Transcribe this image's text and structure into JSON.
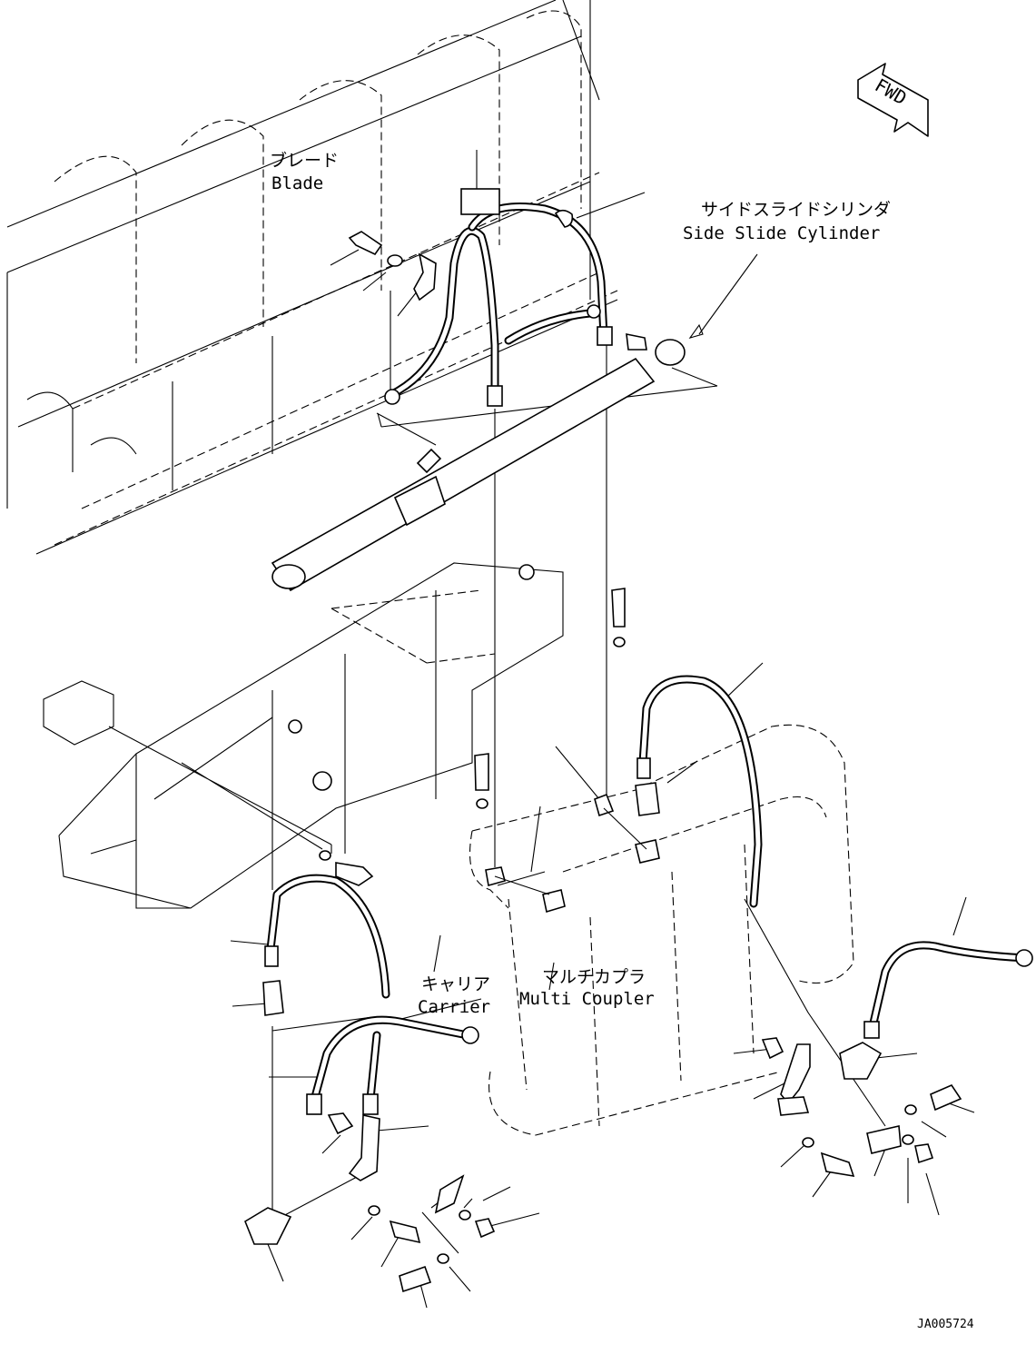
{
  "labels": {
    "blade_jp": "ブレード",
    "blade_en": "Blade",
    "cylinder_jp": "サイドスライドシリンダ",
    "cylinder_en": "Side Slide Cylinder",
    "carrier_jp": "キャリア",
    "carrier_en": "Carrier",
    "coupler_jp": "マルチカプラ",
    "coupler_en": "Multi Coupler",
    "fwd": "FWD",
    "drawing_code": "JA005724"
  },
  "icons": [
    "fwd-arrow-icon"
  ]
}
